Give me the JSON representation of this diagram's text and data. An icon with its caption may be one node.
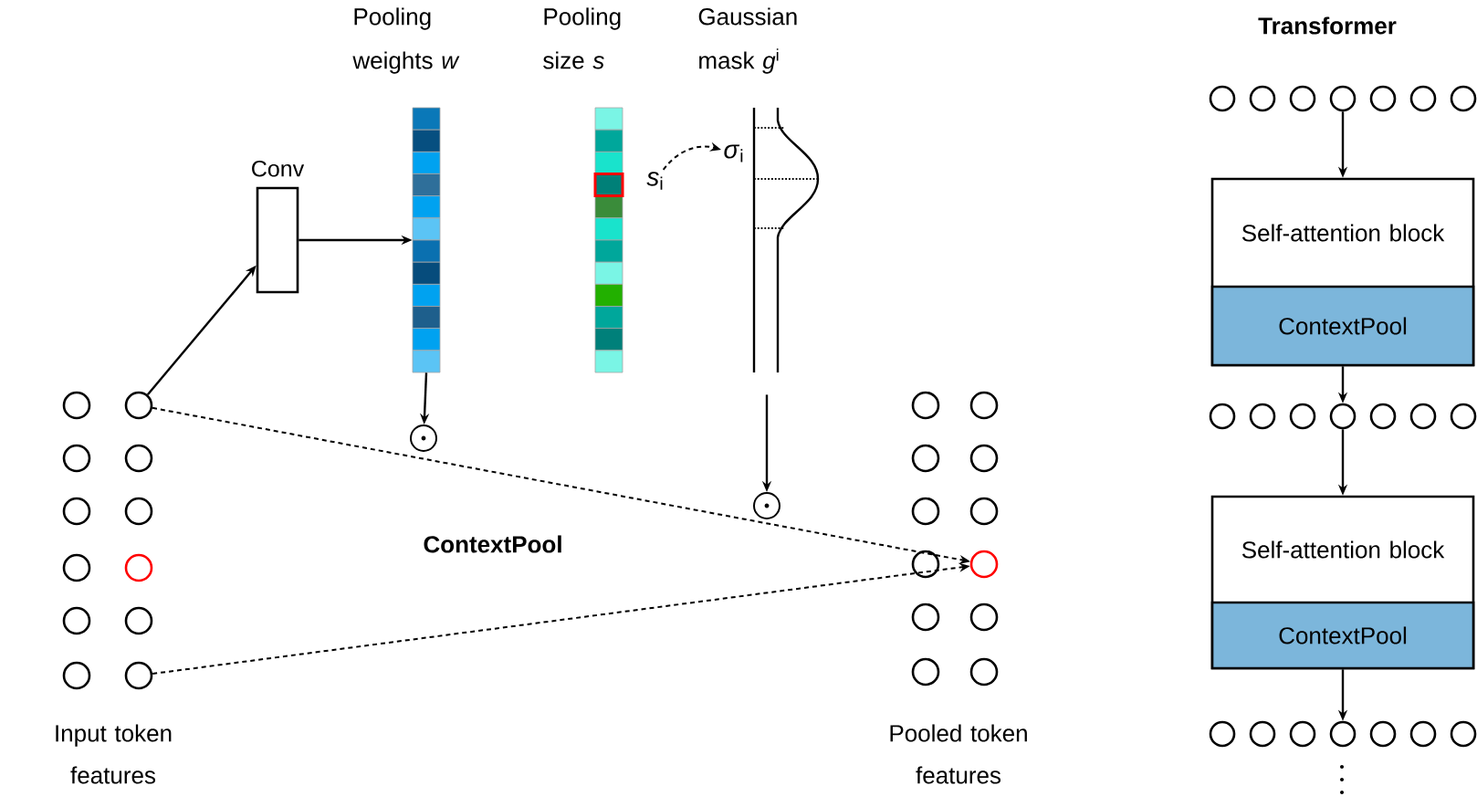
{
  "diagram": {
    "nodes": [
      {
        "text": [
          "Conv"
        ]
      },
      {
        "text": [
          "Pooling weights *w*"
        ]
      },
      {
        "text": [
          "Pooling size *s*"
        ]
      },
      {
        "text": [
          "*s*$_{i}$"
        ]
      },
      {
        "text": [
          "Gaussian mask *g*$^{i}$"
        ]
      },
      {
        "text": [
          "*σ*$_{i}$"
        ],
        "in": 4
      },
      {
        "text": [],
        "shape": "circle"
      },
      {
        "text": [],
        "shape": "circle"
      },
      {
        "text": [],
        "shape": "circle"
      },
      {
        "text": [],
        "shape": "circle"
      },
      {
        "text": [],
        "shape": "circle"
      },
      {
        "text": [
          "Self-attention block"
        ]
      },
      {
        "text": [
          "ContextPool"
        ],
        "in": 11
      },
      {
        "text": [
          "Self-attention block"
        ]
      },
      {
        "text": [
          "ContextPool"
        ],
        "in": 13
      },
      {
        "text": [],
        "shape": "circle"
      },
      {
        "text": [],
        "shape": "circle"
      },
      {
        "text": [],
        "shape": "circle"
      },
      {
        "text": [],
        "shape": "circle"
      },
      {
        "text": [],
        "shape": "circle"
      },
      {
        "text": [],
        "shape": "circle"
      },
      {
        "text": [],
        "shape": "circle"
      },
      {
        "text": [],
        "shape": "circle"
      },
      {
        "text": [],
        "shape": "circle"
      },
      {
        "text": [],
        "shape": "circle"
      },
      {
        "text": [],
        "shape": "circle"
      },
      {
        "text": [],
        "shape": "circle"
      },
      {
        "text": [],
        "shape": "circle"
      },
      {
        "text": [],
        "shape": "circle"
      },
      {
        "text": [],
        "shape": "circle"
      },
      {
        "text": [],
        "shape": "circle"
      },
      {
        "text": [],
        "shape": "circle"
      },
      {
        "text": [],
        "shape": "circle"
      },
      {
        "text": [],
        "shape": "circle"
      },
      {
        "text": [],
        "shape": "circle"
      },
      {
        "text": [],
        "shape": "circle"
      },
      {
        "text": [],
        "shape": "circle"
      },
      {
        "text": [],
        "shape": "circle"
      },
      {
        "text": [],
        "shape": "circle"
      },
      {
        "text": [],
        "shape": "circle"
      },
      {
        "text": [],
        "shape": "circle"
      },
      {
        "text": [],
        "shape": "circle"
      },
      {
        "text": [],
        "shape": "circle"
      },
      {
        "text": [],
        "shape": "circle"
      },
      {
        "text": [],
        "shape": "circle"
      },
      {
        "text": [],
        "shape": "circle"
      },
      {
        "text": [],
        "shape": "circle"
      },
      {
        "text": [],
        "shape": "circle"
      },
      {
        "text": [],
        "shape": "circle"
      },
      {
        "text": [],
        "shape": "circle"
      },
      {
        "text": [],
        "shape": "circle"
      },
      {
        "text": [],
        "shape": "circle"
      },
      {
        "text": [],
        "shape": "circle"
      },
      {
        "text": [],
        "shape": "circle"
      },
      {
        "text": [],
        "shape": "circle"
      },
      {
        "text": [],
        "shape": "circle"
      },
      {
        "text": [],
        "shape": "circle"
      }
    ],
    "edges": [
      {
        "from": 8,
        "to": 0,
        "arrow": "to"
      },
      {
        "from": 0,
        "to": 1,
        "arrow": "to"
      },
      {
        "from": 1,
        "to": 6,
        "arrow": "to"
      },
      {
        "from": 3,
        "to": 5,
        "arrow": "to",
        "style": "dashed"
      },
      {
        "from": 4,
        "to": 7,
        "arrow": "to"
      },
      {
        "from": 8,
        "to": 10,
        "arrow": "to",
        "style": "dashed"
      },
      {
        "from": 9,
        "to": 10,
        "arrow": "to",
        "style": "dashed"
      },
      {
        "from": 39,
        "to": 11,
        "arrow": "to"
      },
      {
        "from": 11,
        "to": 46,
        "arrow": "to"
      },
      {
        "from": 46,
        "to": 13,
        "arrow": "to"
      },
      {
        "from": 13,
        "to": 53,
        "arrow": "to"
      }
    ],
    "labels": [
      "Transformer",
      "ContextPool",
      "Input token features",
      "Pooled token features"
    ]
  }
}
